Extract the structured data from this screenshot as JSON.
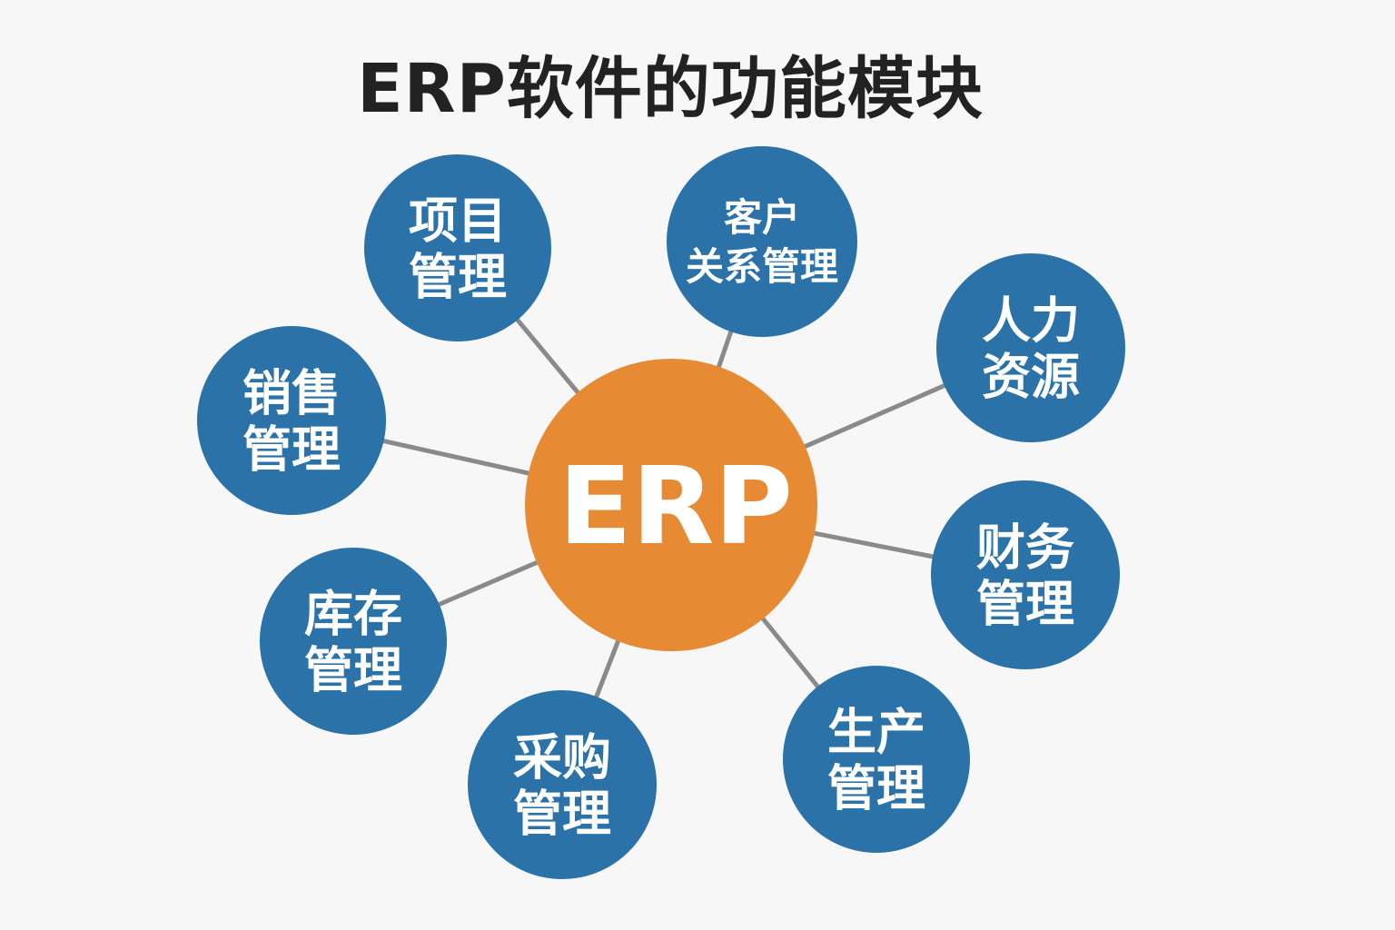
{
  "title": "ERP软件的功能模块",
  "colors": {
    "center": "#e68a33",
    "node": "#2a72a8",
    "edge": "#8a8a8a",
    "background": "#f7f7f7"
  },
  "center": {
    "label": "ERP"
  },
  "modules": [
    {
      "id": "project",
      "lines": [
        "项目",
        "管理"
      ]
    },
    {
      "id": "crm",
      "lines": [
        "客户",
        "关系管理"
      ]
    },
    {
      "id": "hr",
      "lines": [
        "人力",
        "资源"
      ]
    },
    {
      "id": "finance",
      "lines": [
        "财务",
        "管理"
      ]
    },
    {
      "id": "production",
      "lines": [
        "生产",
        "管理"
      ]
    },
    {
      "id": "purchasing",
      "lines": [
        "采购",
        "管理"
      ]
    },
    {
      "id": "inventory",
      "lines": [
        "库存",
        "管理"
      ]
    },
    {
      "id": "sales",
      "lines": [
        "销售",
        "管理"
      ]
    }
  ]
}
